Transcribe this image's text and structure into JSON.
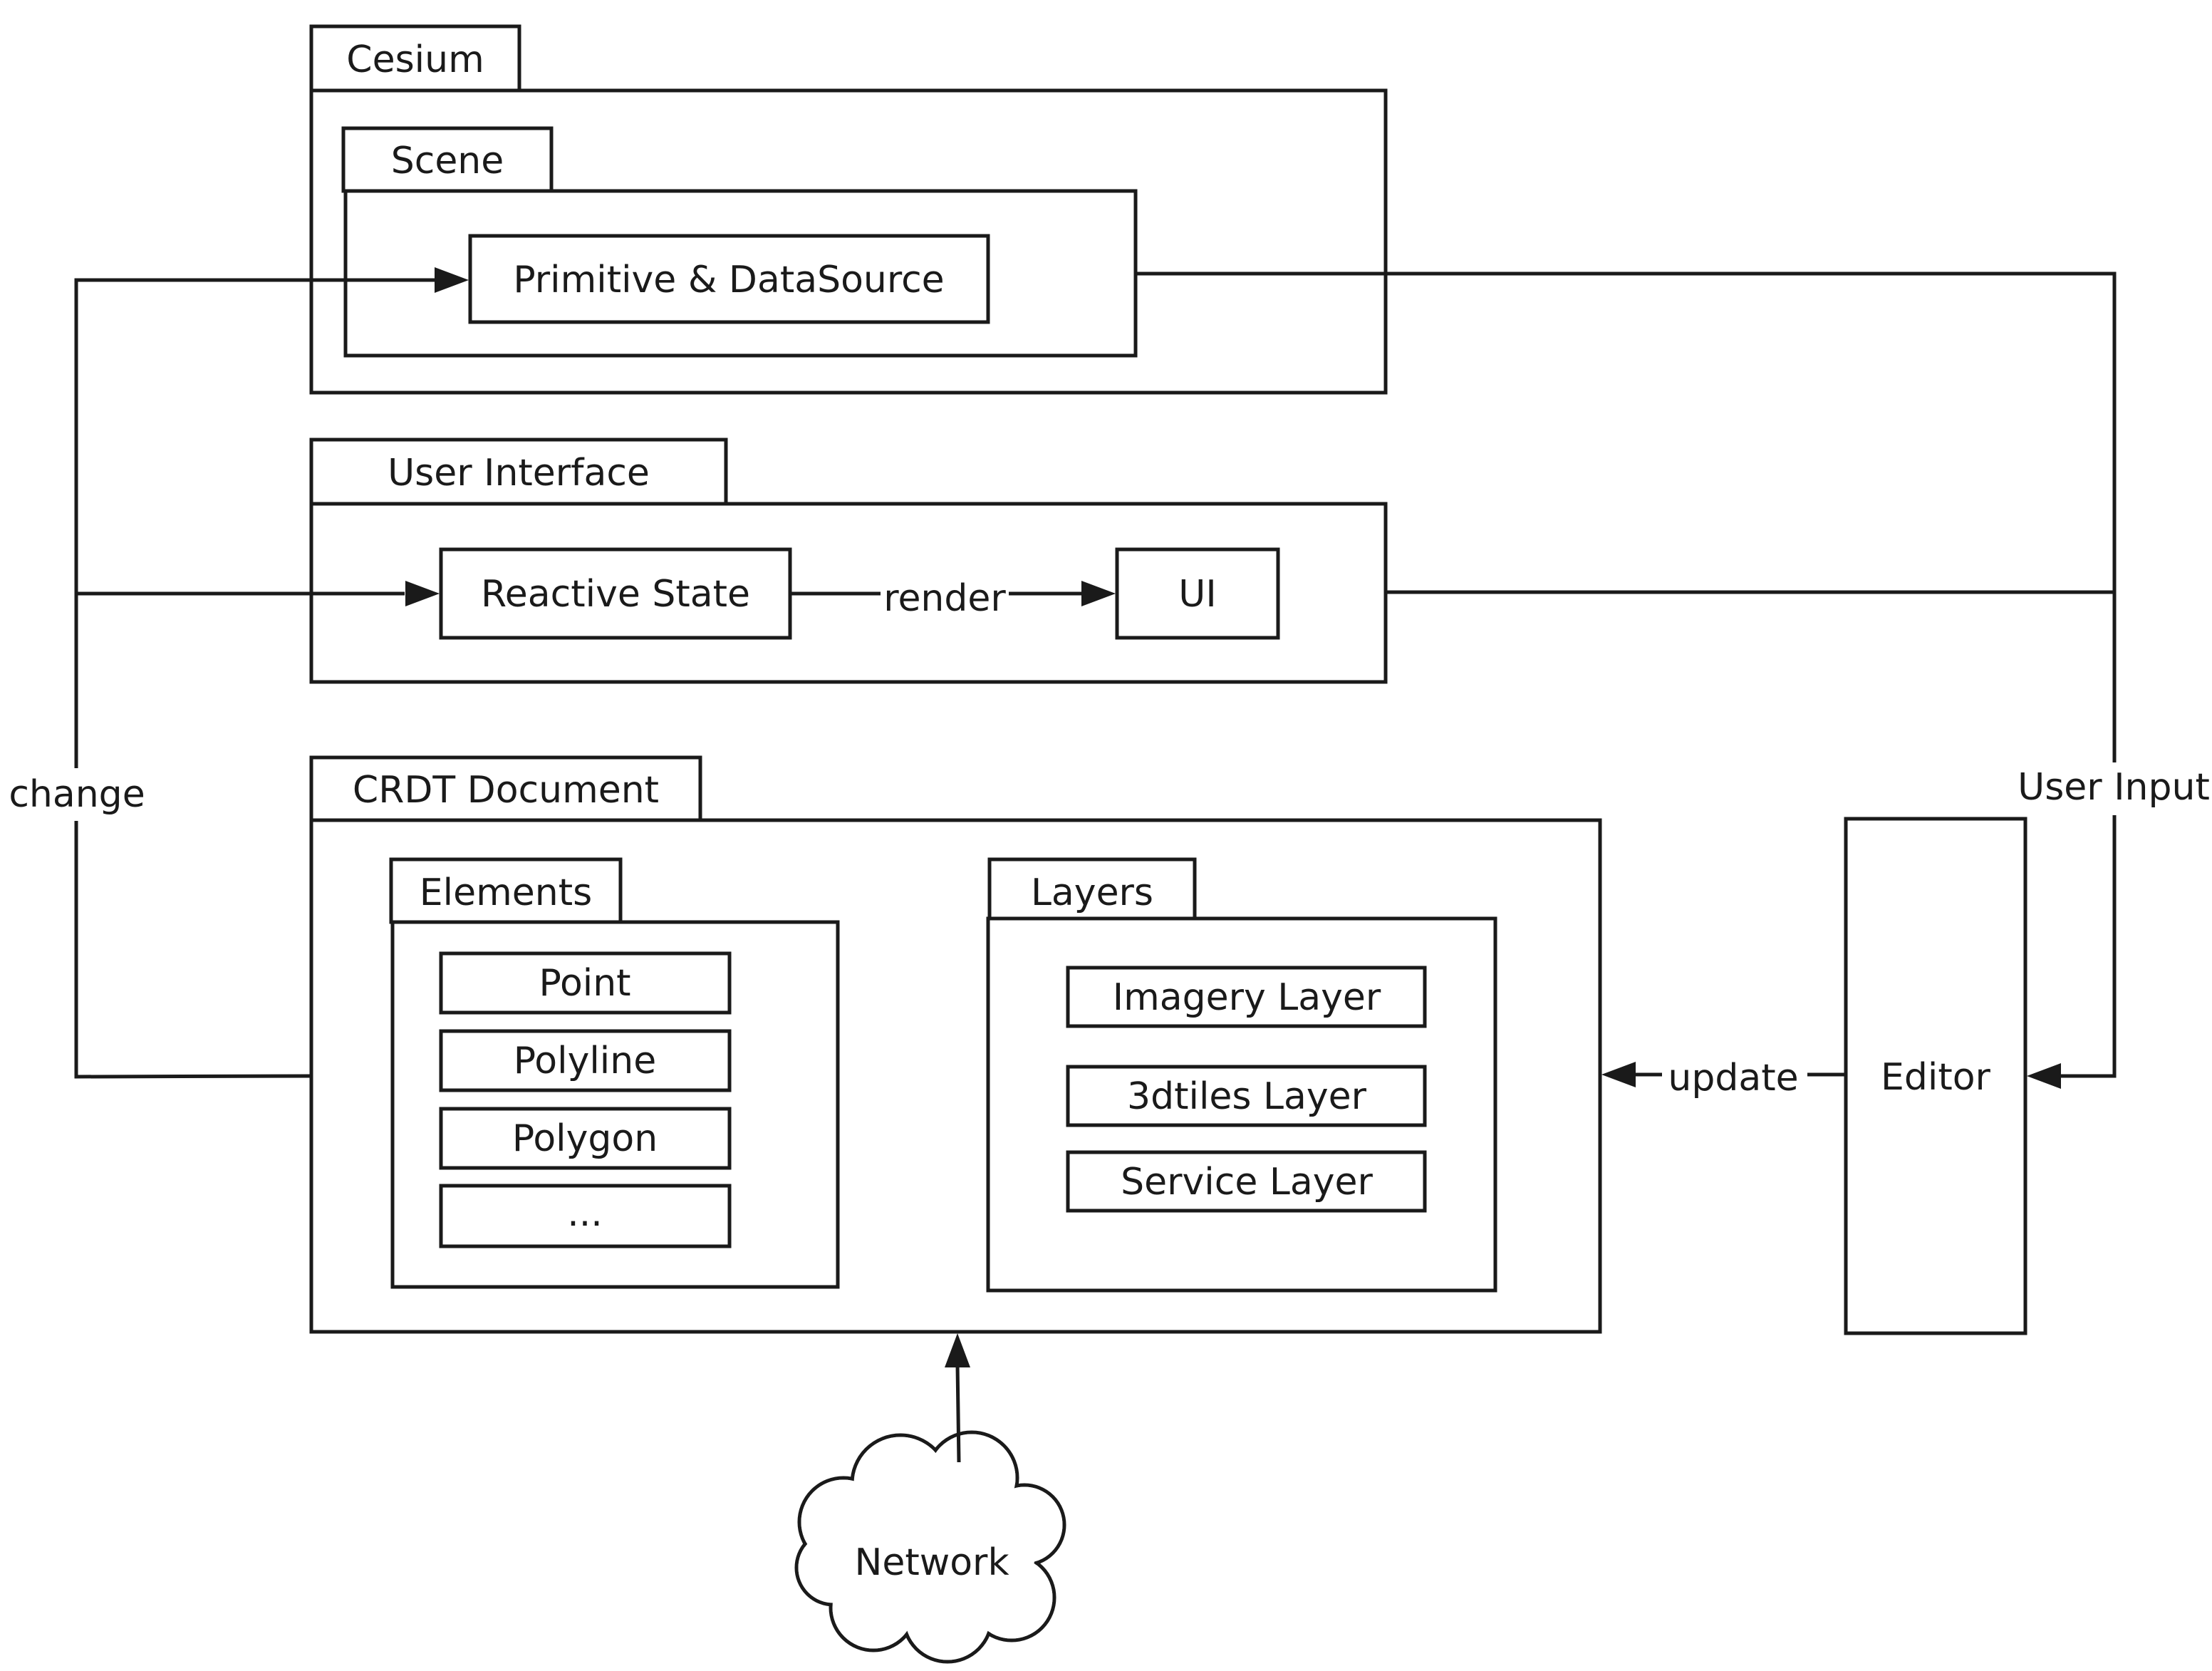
{
  "diagram": {
    "cesium": {
      "title": "Cesium",
      "scene": {
        "title": "Scene",
        "primitive": "Primitive & DataSource"
      }
    },
    "user_interface": {
      "title": "User Interface",
      "reactive_state": "Reactive State",
      "ui": "UI"
    },
    "crdt_document": {
      "title": "CRDT Document",
      "elements": {
        "title": "Elements",
        "items": [
          "Point",
          "Polyline",
          "Polygon",
          "..."
        ]
      },
      "layers": {
        "title": "Layers",
        "items": [
          "Imagery Layer",
          "3dtiles Layer",
          "Service Layer"
        ]
      }
    },
    "editor": "Editor",
    "network": "Network",
    "edges": {
      "render": "render",
      "change": "change",
      "user_input": "User Input",
      "update": "update"
    }
  }
}
